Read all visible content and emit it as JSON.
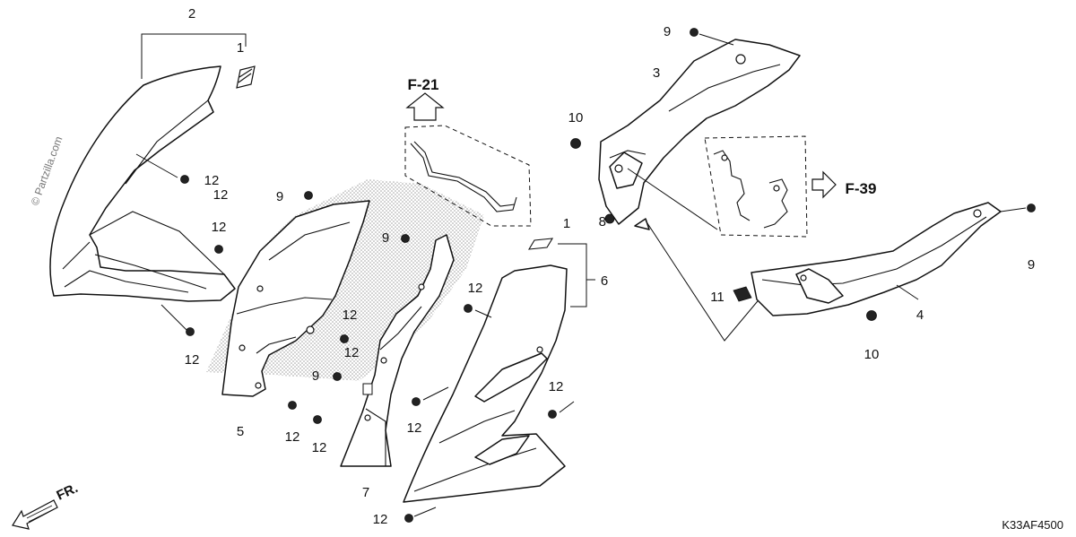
{
  "diagram": {
    "watermark": "© Partzilla.com",
    "diagram_code": "K33AF4500",
    "front_arrow_label": "FR.",
    "refs": [
      "F-21",
      "F-39"
    ],
    "callouts": [
      "1",
      "2",
      "12",
      "12",
      "12",
      "12",
      "12",
      "12",
      "12",
      "12",
      "12",
      "12",
      "12",
      "12",
      "9",
      "9",
      "9",
      "9",
      "9",
      "1",
      "6",
      "5",
      "7",
      "3",
      "10",
      "10",
      "8",
      "11",
      "4"
    ]
  },
  "colors": {
    "line": "#111111",
    "shade": "#9a9a9a",
    "background": "#ffffff"
  }
}
